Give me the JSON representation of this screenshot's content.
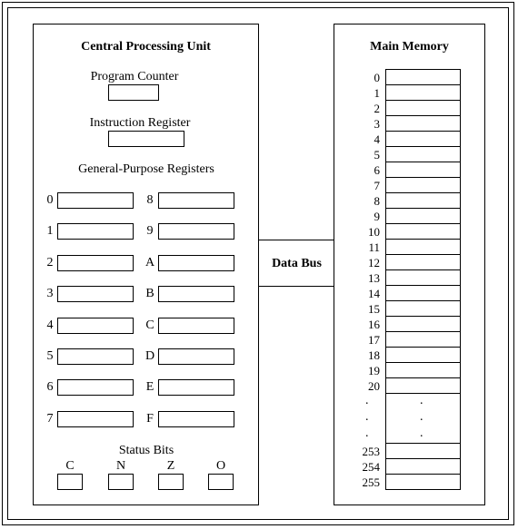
{
  "cpu": {
    "title": "Central Processing Unit",
    "program_counter": "Program Counter",
    "instruction_register": "Instruction Register",
    "gp_registers": "General-Purpose Registers",
    "registers_left": [
      "0",
      "1",
      "2",
      "3",
      "4",
      "5",
      "6",
      "7"
    ],
    "registers_right": [
      "8",
      "9",
      "A",
      "B",
      "C",
      "D",
      "E",
      "F"
    ],
    "status_bits_label": "Status Bits",
    "status_bits": [
      "C",
      "N",
      "Z",
      "O"
    ]
  },
  "bus": {
    "label": "Data Bus"
  },
  "memory": {
    "title": "Main Memory",
    "addresses": [
      "0",
      "1",
      "2",
      "3",
      "4",
      "5",
      "6",
      "7",
      "8",
      "9",
      "10",
      "11",
      "12",
      "13",
      "14",
      "15",
      "16",
      "17",
      "18",
      "19",
      "20"
    ],
    "ellipsis": ".",
    "tail_addresses": [
      "253",
      "254",
      "255"
    ]
  }
}
